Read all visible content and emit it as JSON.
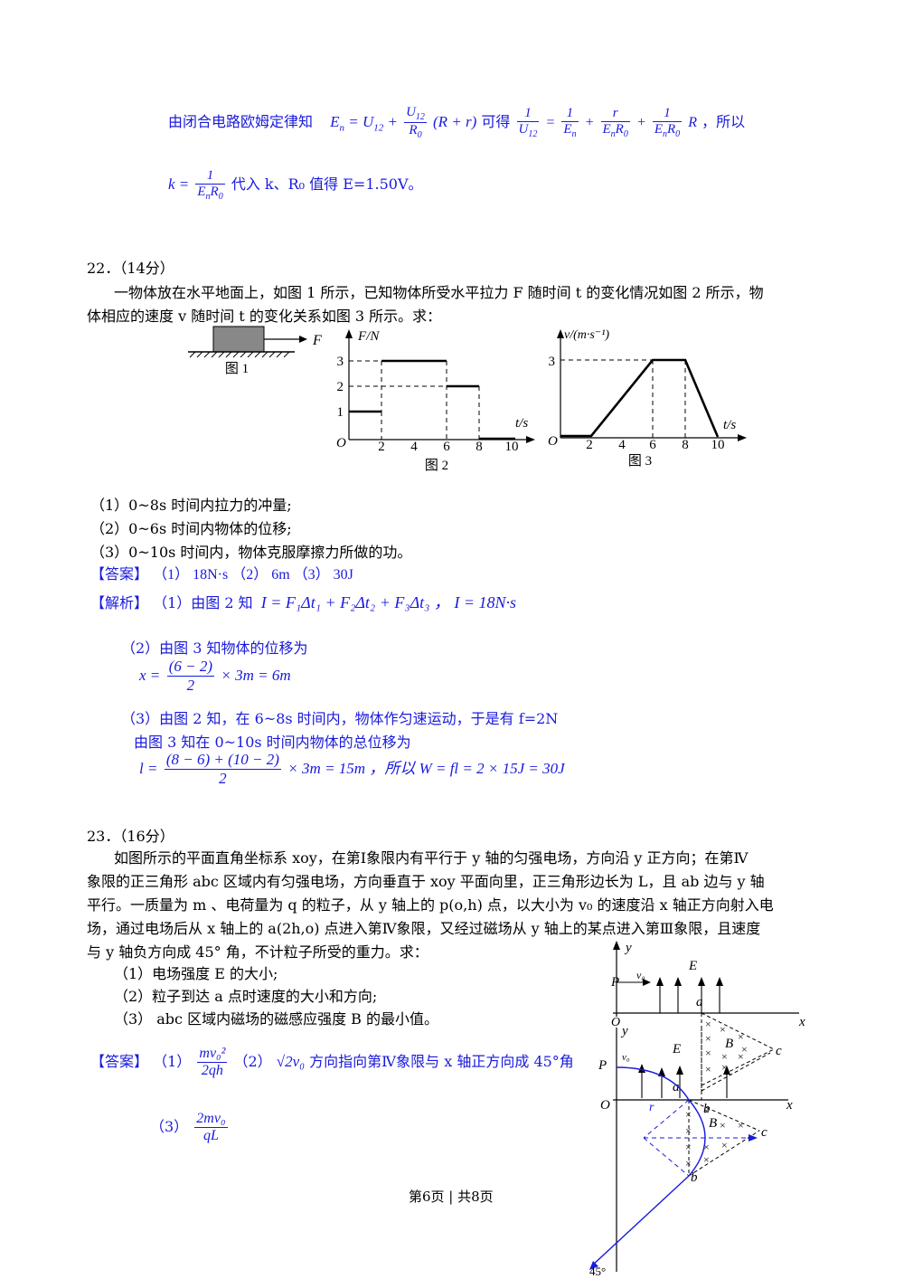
{
  "top": {
    "line1_prefix": "由闭合电路欧姆定律知",
    "line1_mid": "可得",
    "line1_suffix": "，所以",
    "line2_suffix": "代入 k、R₀ 值得 E=1.50V。"
  },
  "q22": {
    "header": "22．（14分）",
    "stem_line1": "一物体放在水平地面上，如图 1 所示，已知物体所受水平拉力 F 随时间 t 的变化情况如图 2 所示，物",
    "stem_line2": "体相应的速度 v 随时间 t 的变化关系如图 3 所示。求：",
    "fig1_caption": "图 1",
    "fig1_force": "F",
    "fig2_caption": "图 2",
    "fig3_caption": "图 3",
    "q1": "（1）0~8s 时间内拉力的冲量;",
    "q2": "（2）0~6s 时间内物体的位移;",
    "q3": "（3）0~10s 时间内，物体克服摩擦力所做的功。",
    "answer_label": "【答案】",
    "answer_text": "（1） 18N·s （2） 6m （3） 30J",
    "analysis_label": "【解析】",
    "analysis1_prefix": "（1）由图 2 知",
    "analysis1_formula": "I = F₁Δt₁ + F₂Δt₂ + F₃Δt₃ ， I = 18N·s",
    "analysis2": "（2）由图 3 知物体的位移为",
    "analysis2_formula_left": "x =",
    "analysis2_num": "(6 − 2)",
    "analysis2_den": "2",
    "analysis2_formula_right": "× 3m = 6m",
    "analysis3": "（3）由图 2 知，在 6~8s 时间内，物体作匀速运动，于是有 f=2N",
    "analysis3b": "由图 3 知在 0~10s 时间内物体的总位移为",
    "analysis3_left": "l =",
    "analysis3_num": "(8 − 6) + (10 − 2)",
    "analysis3_den": "2",
    "analysis3_right": "× 3m = 15m ，所以 W = fl = 2 × 15J = 30J"
  },
  "q23": {
    "header": "23．（16分）",
    "stem_line1": "如图所示的平面直角坐标系 xoy，在第Ⅰ象限内有平行于 y 轴的匀强电场，方向沿 y 正方向；在第Ⅳ",
    "stem_line2": "象限的正三角形 abc 区域内有匀强电场，方向垂直于 xoy 平面向里，正三角形边长为 L，且 ab 边与 y 轴",
    "stem_line3": "平行。一质量为 m 、电荷量为 q 的粒子，从 y 轴上的 p(o,h) 点，以大小为 v₀ 的速度沿 x 轴正方向射入电",
    "stem_line4": "场，通过电场后从 x 轴上的 a(2h,o) 点进入第Ⅳ象限，又经过磁场从 y 轴上的某点进入第Ⅲ象限，且速度",
    "stem_line5": "与 y 轴负方向成 45° 角，不计粒子所受的重力。求：",
    "q1": "（1）电场强度 E 的大小;",
    "q2": "（2）粒子到达 a 点时速度的大小和方向;",
    "q3": "（3） abc 区域内磁场的磁感应强度 B 的最小值。",
    "answer_label": "【答案】",
    "ans1_prefix": "（1）",
    "ans1_num": "mv₀²",
    "ans1_den": "2qh",
    "ans2_prefix": "（2）",
    "ans2_value": "√2v₀",
    "ans2_text": "方向指向第Ⅳ象限与 x 轴正方向成 45°角",
    "ans3_prefix": "（3）",
    "ans3_num": "2mv₀",
    "ans3_den": "qL"
  },
  "footer": "第6页 | 共8页",
  "fig_labels": {
    "F_axis": "F/N",
    "v_axis": "v/(m·s⁻¹)",
    "t_axis": "t/s",
    "O": "O",
    "ticks_x": [
      "2",
      "4",
      "6",
      "8",
      "10"
    ],
    "ticks_F": [
      "1",
      "2",
      "3"
    ],
    "ticks_v": [
      "3"
    ],
    "ticks_v_sub": [
      "2",
      "4",
      "6",
      "8",
      "10"
    ],
    "y": "y",
    "x": "x",
    "P": "P",
    "v0": "v₀",
    "E": "E",
    "a": "a",
    "b": "b",
    "c": "c",
    "B": "B",
    "r": "r",
    "angle": "45°"
  }
}
